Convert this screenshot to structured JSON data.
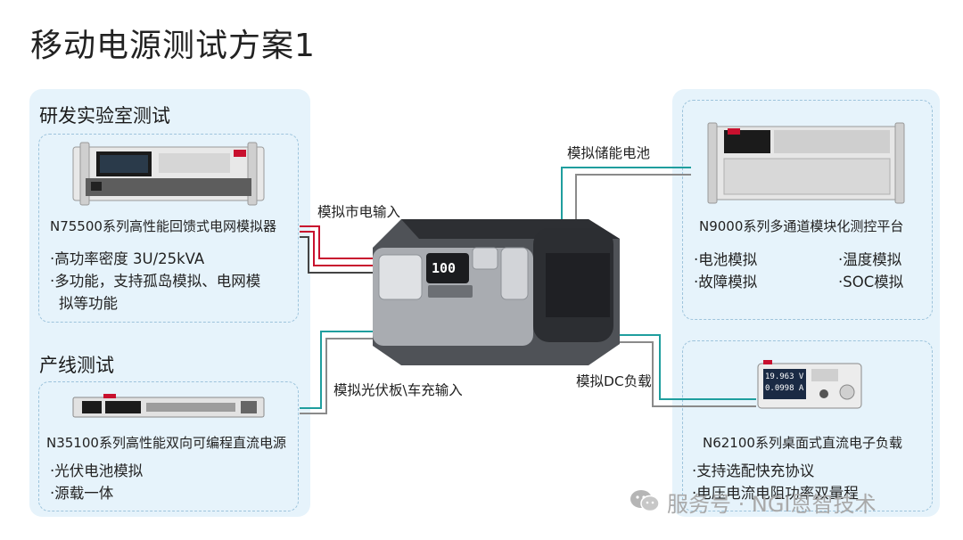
{
  "title": "移动电源测试方案1",
  "left": {
    "lab": {
      "heading": "研发实验室测试",
      "device_name": "N75500系列高性能回馈式电网模拟器",
      "bullets": [
        "·高功率密度 3U/25kVA",
        "·多功能，支持孤岛模拟、电网模",
        "拟等功能"
      ]
    },
    "line": {
      "heading": "产线测试",
      "device_name": "N35100系列高性能双向可编程直流电源",
      "bullets": [
        "·光伏电池模拟",
        "·源载一体"
      ]
    }
  },
  "right": {
    "top": {
      "device_name": "N9000系列多通道模块化测控平台",
      "bullets_left": [
        "·电池模拟",
        "·故障模拟"
      ],
      "bullets_right": [
        "·温度模拟",
        "·SOC模拟"
      ]
    },
    "bottom": {
      "device_name": "N62100系列桌面式直流电子负载",
      "bullets": [
        "·支持选配快充协议",
        "·电压电流电阻功率双量程"
      ],
      "screen": [
        "19.963 V",
        "0.0998 A"
      ]
    }
  },
  "connections": {
    "grid_input": "模拟市电输入",
    "storage_battery": "模拟储能电池",
    "pv_input": "模拟光伏板\\车充输入",
    "dc_load": "模拟DC负载"
  },
  "center_device": {
    "display": "100"
  },
  "watermark": "服务号 · NGI恩智技术",
  "colors": {
    "panel": "#e6f3fb",
    "dashed": "#9ec4dc",
    "red_wire": "#c8102e",
    "teal_wire": "#1f9e9e",
    "gray_wire": "#8a8a8a"
  }
}
